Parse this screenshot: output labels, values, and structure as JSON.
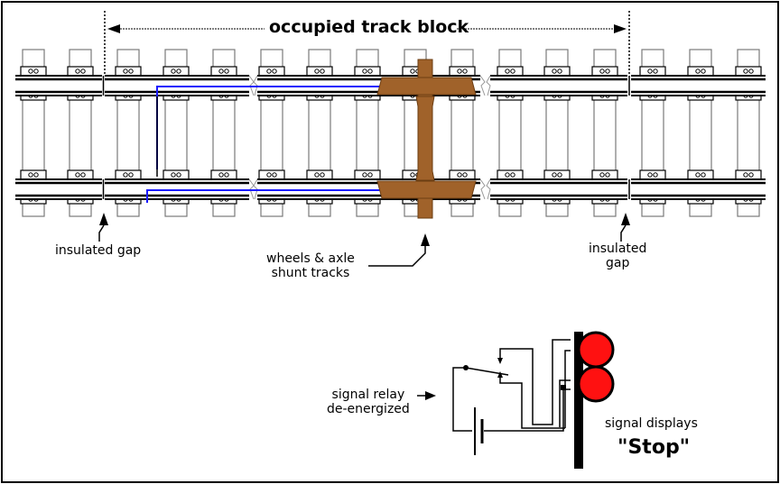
{
  "diagram": {
    "title": "occupied track block",
    "labels": {
      "insulated_gap_left": "insulated gap",
      "insulated_gap_right_line1": "insulated",
      "insulated_gap_right_line2": "gap",
      "wheels_line1": "wheels & axle",
      "wheels_line2": "shunt tracks",
      "relay_line1": "signal relay",
      "relay_line2": "de-energized",
      "signal_line1": "signal displays",
      "signal_line2": "\"Stop\""
    },
    "colors": {
      "wheelset": "#a0622a",
      "wheelset_outline": "#6b3d12",
      "circuit_current": "#1a1aff",
      "signal_lamp": "#ff1111",
      "rail": "#000000",
      "tie_outline": "#7a7a7a"
    },
    "signal": {
      "aspect": "Stop",
      "lamps": [
        {
          "name": "upper-lamp",
          "color": "#ff1111"
        },
        {
          "name": "lower-lamp",
          "color": "#ff1111"
        }
      ]
    },
    "components": [
      "rails",
      "ties",
      "insulated-gaps",
      "wheelset",
      "track-circuit",
      "battery",
      "relay",
      "signal-head"
    ]
  }
}
